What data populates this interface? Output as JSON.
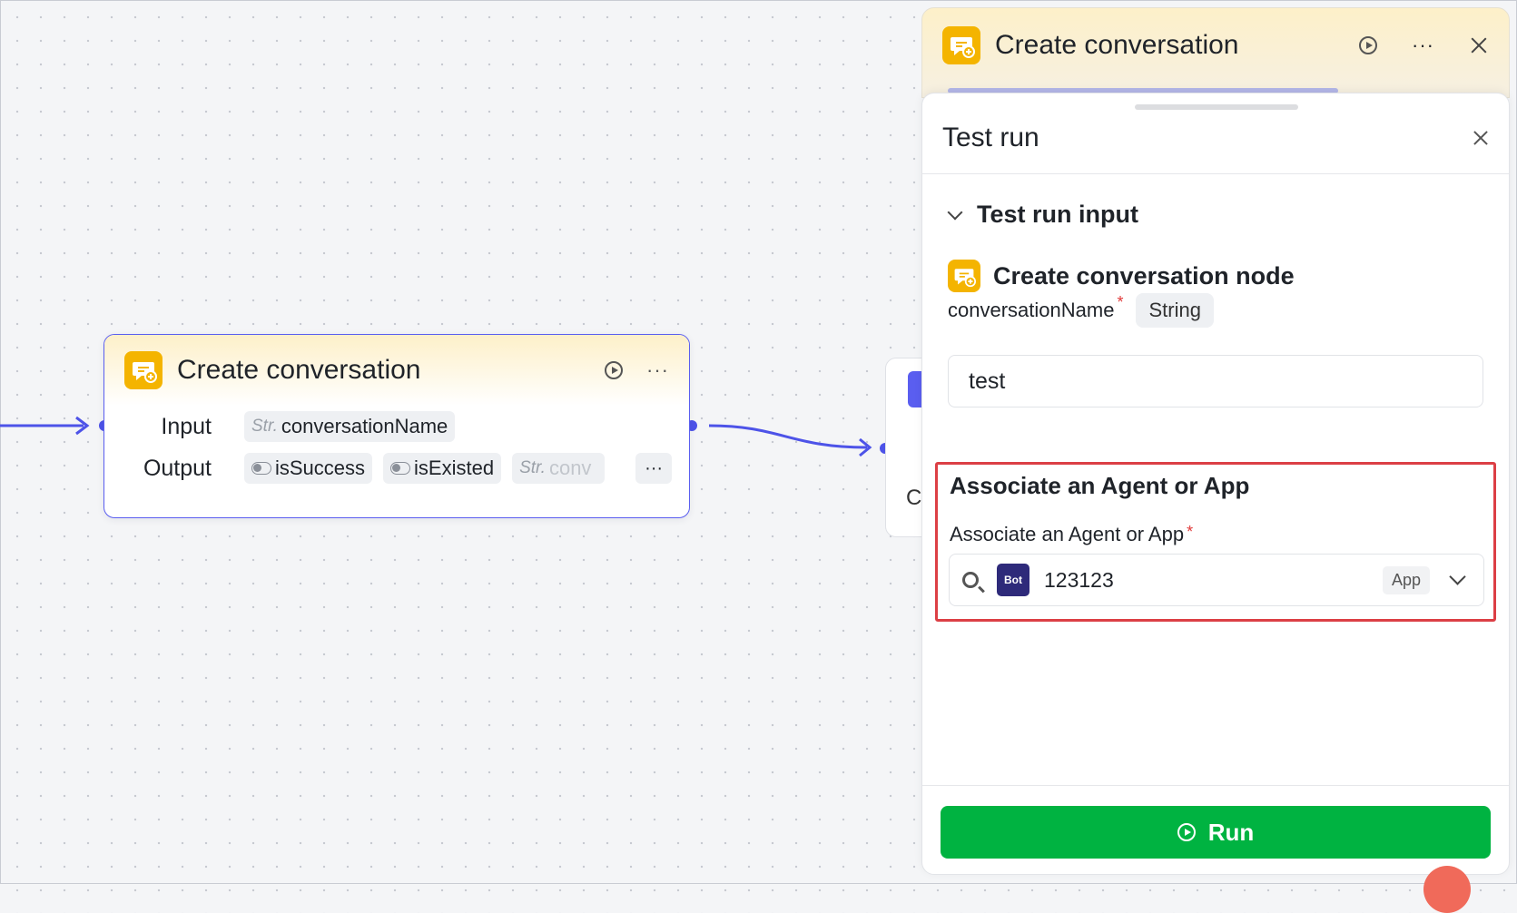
{
  "canvas_node": {
    "title": "Create conversation",
    "input_label": "Input",
    "output_label": "Output",
    "type_prefix": "Str.",
    "input_param": "conversationName",
    "outputs": [
      "isSuccess",
      "isExisted",
      "conv"
    ],
    "more_label": "···"
  },
  "panel": {
    "title": "Create conversation",
    "more_label": "···"
  },
  "test_run": {
    "title": "Test run",
    "section_title": "Test run input",
    "node_name": "Create conversation node",
    "field_label": "conversationName",
    "required_mark": "*",
    "field_type": "String",
    "field_value": "test",
    "associate": {
      "heading": "Associate an Agent or App",
      "label": "Associate an Agent or App",
      "badge": "Bot",
      "value": "123123",
      "tag": "App"
    },
    "run_label": "Run"
  },
  "colors": {
    "accent": "#4d53e8",
    "node_icon": "#f4b400",
    "run_button": "#00b341",
    "highlight_border": "#dc3f45"
  },
  "icons": [
    "conversation-add-icon",
    "play-circle-icon",
    "more-icon",
    "close-icon",
    "chevron-down-icon",
    "search-icon"
  ]
}
